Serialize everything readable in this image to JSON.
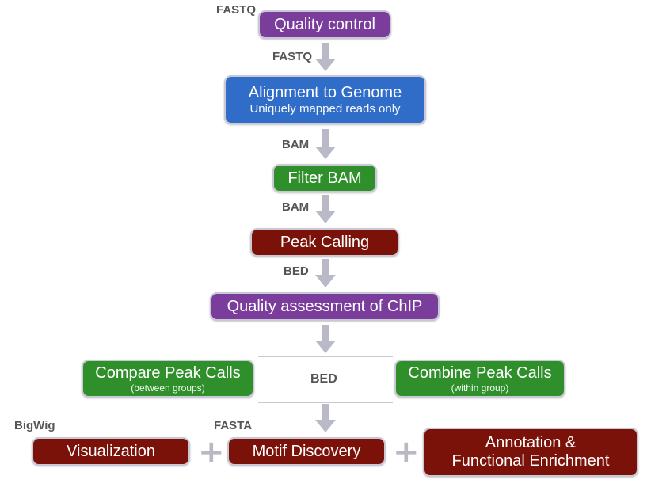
{
  "colors": {
    "purple": "#7a3d9c",
    "blue": "#2f6dc8",
    "green": "#2f8f2a",
    "red": "#7b120a",
    "arrow": "#b9b9c8"
  },
  "labels": {
    "fastq_top": "FASTQ",
    "fastq_2": "FASTQ",
    "bam_1": "BAM",
    "bam_2": "BAM",
    "bed_1": "BED",
    "bed_center": "BED",
    "bigwig": "BigWig",
    "fasta": "FASTA"
  },
  "steps": {
    "quality_control": "Quality control",
    "alignment": "Alignment to Genome",
    "alignment_sub": "Uniquely mapped reads only",
    "filter_bam": "Filter BAM",
    "peak_calling": "Peak Calling",
    "quality_assessment": "Quality assessment of ChIP",
    "compare": "Compare Peak Calls",
    "compare_sub": "(between groups)",
    "combine": "Combine Peak Calls",
    "combine_sub": "(within group)",
    "visualization": "Visualization",
    "motif": "Motif Discovery",
    "annotation_1": "Annotation &",
    "annotation_2": "Functional Enrichment"
  },
  "plus_symbol": "+"
}
